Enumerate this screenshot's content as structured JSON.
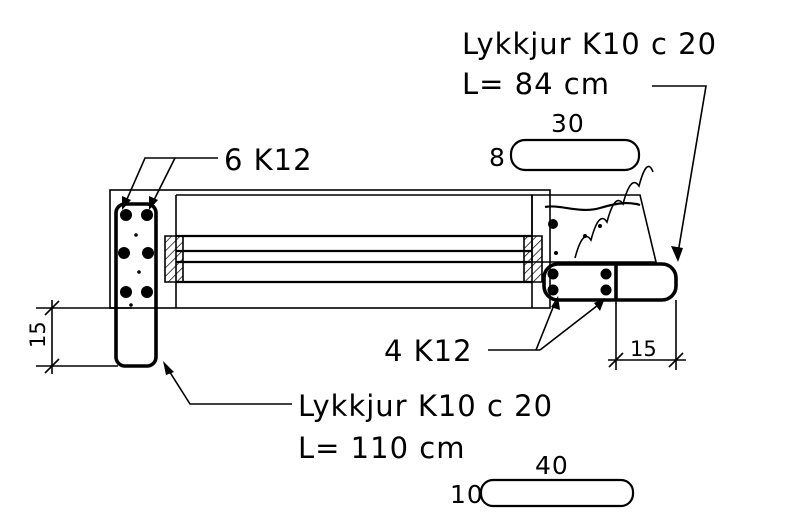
{
  "drawing": {
    "top_right_bar": {
      "title": "Lykkjur K10 c 20",
      "length": "L= 84 cm",
      "shape_length": "30",
      "shape_height": "8"
    },
    "left_bars_label": "6 K12",
    "right_bars_label": "4 K12",
    "bottom_bar": {
      "title": "Lykkjur K10 c 20",
      "length": "L= 110 cm",
      "shape_length": "40",
      "shape_height": "10"
    },
    "dim_left": "15",
    "dim_right": "15"
  }
}
